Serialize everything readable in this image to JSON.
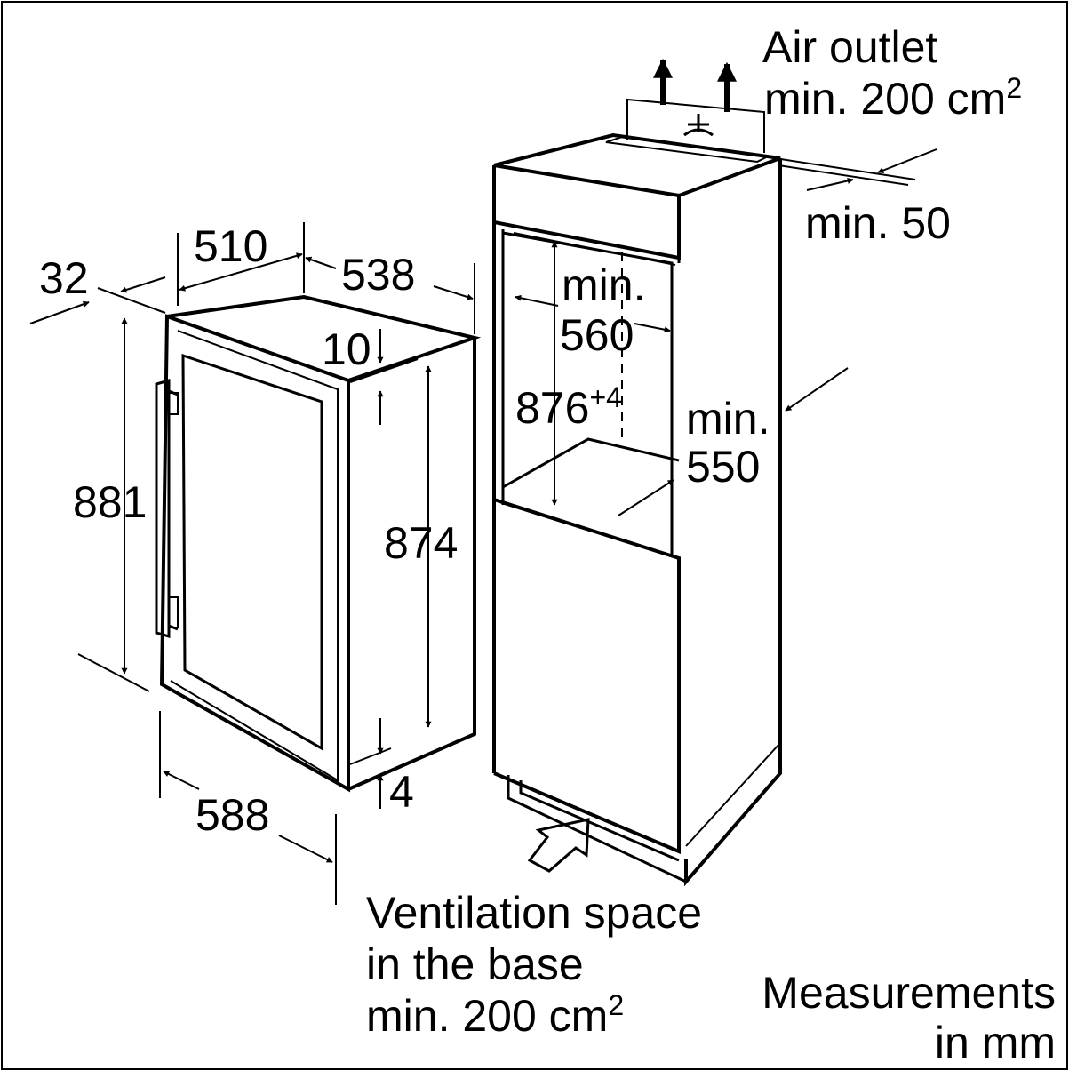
{
  "appliance": {
    "dim_depth_handle": "32",
    "dim_depth_body": "510",
    "dim_depth_total": "538",
    "dim_top_gap": "10",
    "dim_height_total": "881",
    "dim_height_body": "874",
    "dim_bottom_gap": "4",
    "dim_width": "588"
  },
  "niche": {
    "air_outlet_line1": "Air outlet",
    "air_outlet_line2": "min. 200 cm",
    "air_outlet_sup": "2",
    "min_50": "min. 50",
    "min_560_line1": "min.",
    "min_560_line2": "560",
    "height_876": "876",
    "height_876_tol": "+4",
    "min_550_line1": "min.",
    "min_550_line2": "550",
    "vent_line1": "Ventilation space",
    "vent_line2": "in the base",
    "vent_line3": "min. 200 cm",
    "vent_sup": "2"
  },
  "footer": {
    "units_line1": "Measurements",
    "units_line2": "in mm"
  }
}
